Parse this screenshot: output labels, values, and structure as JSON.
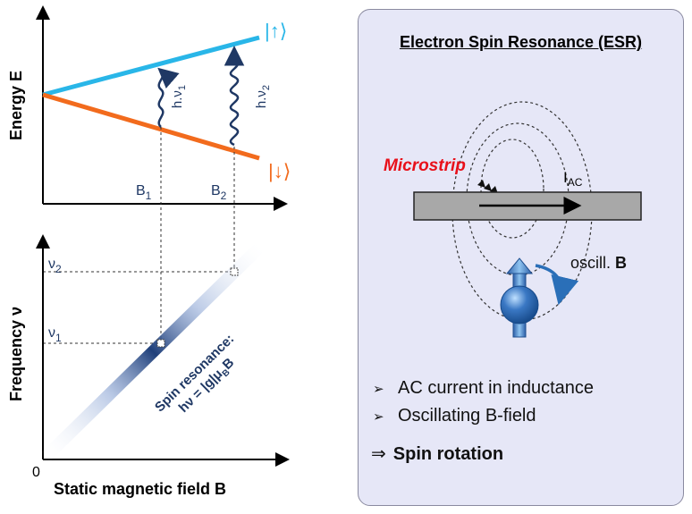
{
  "top_plot": {
    "ylabel": "Energy E",
    "state_up": "|↑⟩",
    "state_down": "|↓⟩",
    "b1_base": "B",
    "b1_sub": "1",
    "b2_base": "B",
    "b2_sub": "2",
    "photon1_label": "h.ν",
    "photon1_sub": "1",
    "photon2_label": "h.ν",
    "photon2_sub": "2"
  },
  "bottom_plot": {
    "ylabel": "Frequency ν",
    "xlabel": "Static magnetic field B",
    "origin": "0",
    "nu1_base": "ν",
    "nu1_sub": "1",
    "nu2_base": "ν",
    "nu2_sub": "2",
    "line_label_1": "Spin resonance:",
    "line_label_2_a": "hν = |g|μ",
    "line_label_2_sub": "B",
    "line_label_2_b": "B"
  },
  "esr": {
    "title": "Electron Spin Resonance (ESR)",
    "microstrip_label": "Microstrip",
    "current_base": "I",
    "current_sub": "AC",
    "oscill_label": "oscill. ",
    "oscill_bold": "B",
    "bullets": [
      "AC current in inductance",
      "Oscillating B-field"
    ],
    "conclusion_symbol": "⇒",
    "conclusion_text": "Spin rotation"
  },
  "colors": {
    "upper_level": "#29b6e8",
    "lower_level": "#f26b1d",
    "resonance_line": "#1f3f7a",
    "microstrip_label": "#e8101a",
    "panel_bg": "#e6e7f7",
    "spin_sphere": "#3a78c4"
  },
  "icons": [
    "bullet-arrow-icon",
    "spin-sphere-icon",
    "rotation-arrow-icon",
    "photon-wave-icon"
  ]
}
